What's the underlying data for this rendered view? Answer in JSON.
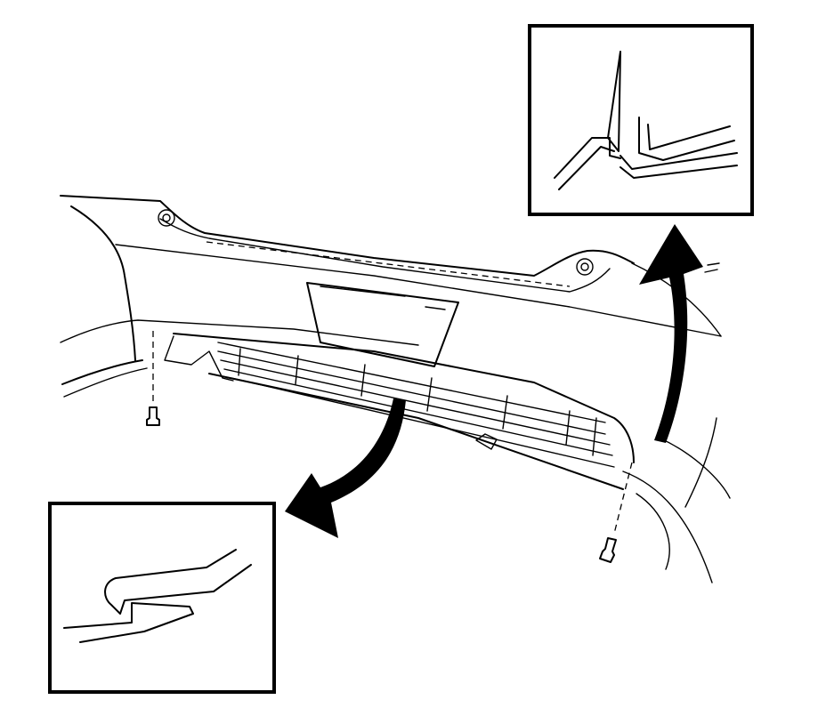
{
  "figure": {
    "type": "technical-illustration",
    "subject": "rear-bumper-fascia-removal",
    "callouts": [
      "detail-clip-upper",
      "detail-clip-lower"
    ],
    "text_labels": [],
    "colors": {
      "line": "#000000",
      "background": "#ffffff"
    }
  }
}
